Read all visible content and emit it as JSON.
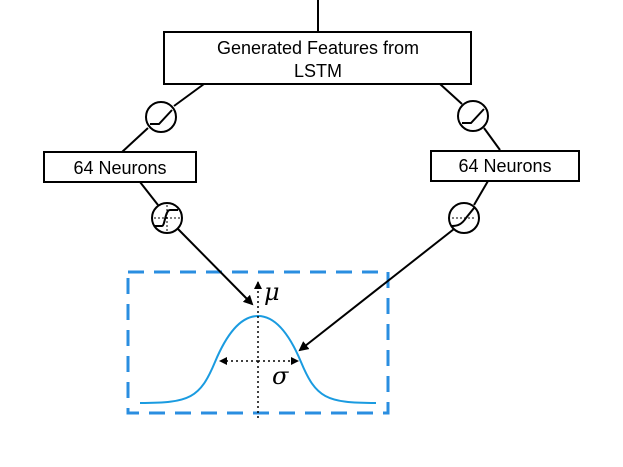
{
  "diagram": {
    "top_box": {
      "line1": "Generated Features from",
      "line2": "LSTM"
    },
    "left_box": {
      "label": "64 Neurons"
    },
    "right_box": {
      "label": "64 Neurons"
    },
    "mu_label": "μ",
    "sigma_label": "σ",
    "activations": {
      "top_left": "relu-activation-icon",
      "top_right": "relu-activation-icon",
      "bottom_left": "tanh-activation-icon",
      "bottom_right": "softplus-activation-icon"
    },
    "colors": {
      "curve": "#1a9be0",
      "dashed_frame": "#2a8ee0",
      "stroke": "#000000"
    }
  }
}
